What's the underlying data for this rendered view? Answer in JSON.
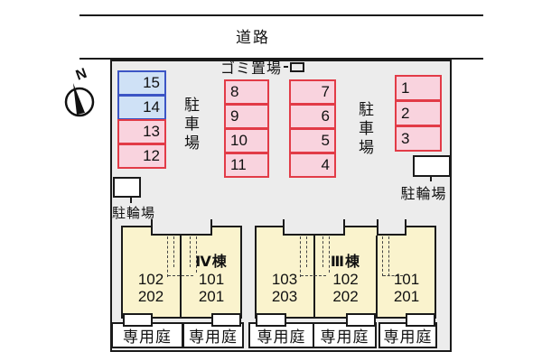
{
  "road": {
    "label": "道路"
  },
  "compass": {
    "north_label": "N"
  },
  "site": {
    "garbage_area": {
      "label": "ゴミ置場"
    },
    "parking_left": {
      "label": "駐車場",
      "spaces": [
        "15",
        "14",
        "13",
        "12"
      ],
      "types": [
        "blue",
        "blue",
        "pink",
        "pink"
      ]
    },
    "parking_mid_left": {
      "spaces": [
        "8",
        "9",
        "10",
        "11"
      ],
      "types": [
        "pink",
        "pink",
        "pink",
        "pink"
      ]
    },
    "parking_mid_right": {
      "spaces": [
        "7",
        "6",
        "5",
        "4"
      ],
      "types": [
        "pink",
        "pink",
        "pink",
        "pink"
      ]
    },
    "parking_right": {
      "label": "駐車場",
      "spaces": [
        "1",
        "2",
        "3"
      ],
      "types": [
        "pink",
        "pink",
        "pink"
      ]
    },
    "bicycle_left": {
      "label": "駐輪場"
    },
    "bicycle_right": {
      "label": "駐輪場"
    },
    "buildings": [
      {
        "name": "Ⅳ棟",
        "units": [
          {
            "rooms": [
              "102",
              "202"
            ]
          },
          {
            "rooms": [
              "101",
              "201"
            ]
          }
        ]
      },
      {
        "name": "Ⅲ棟",
        "units": [
          {
            "rooms": [
              "103",
              "203"
            ]
          },
          {
            "rooms": [
              "102",
              "202"
            ]
          },
          {
            "rooms": [
              "101",
              "201"
            ]
          }
        ]
      }
    ],
    "gardens": [
      "専用庭",
      "専用庭",
      "専用庭",
      "専用庭",
      "専用庭"
    ]
  },
  "colors": {
    "site_background": "#ececec",
    "building_fill": "#faf3cd",
    "parking_pink_fill": "#f9d3de",
    "parking_pink_border": "#e23b47",
    "parking_blue_fill": "#cfe1f6",
    "parking_blue_border": "#3c55c5",
    "outline": "#1a1a1a"
  }
}
